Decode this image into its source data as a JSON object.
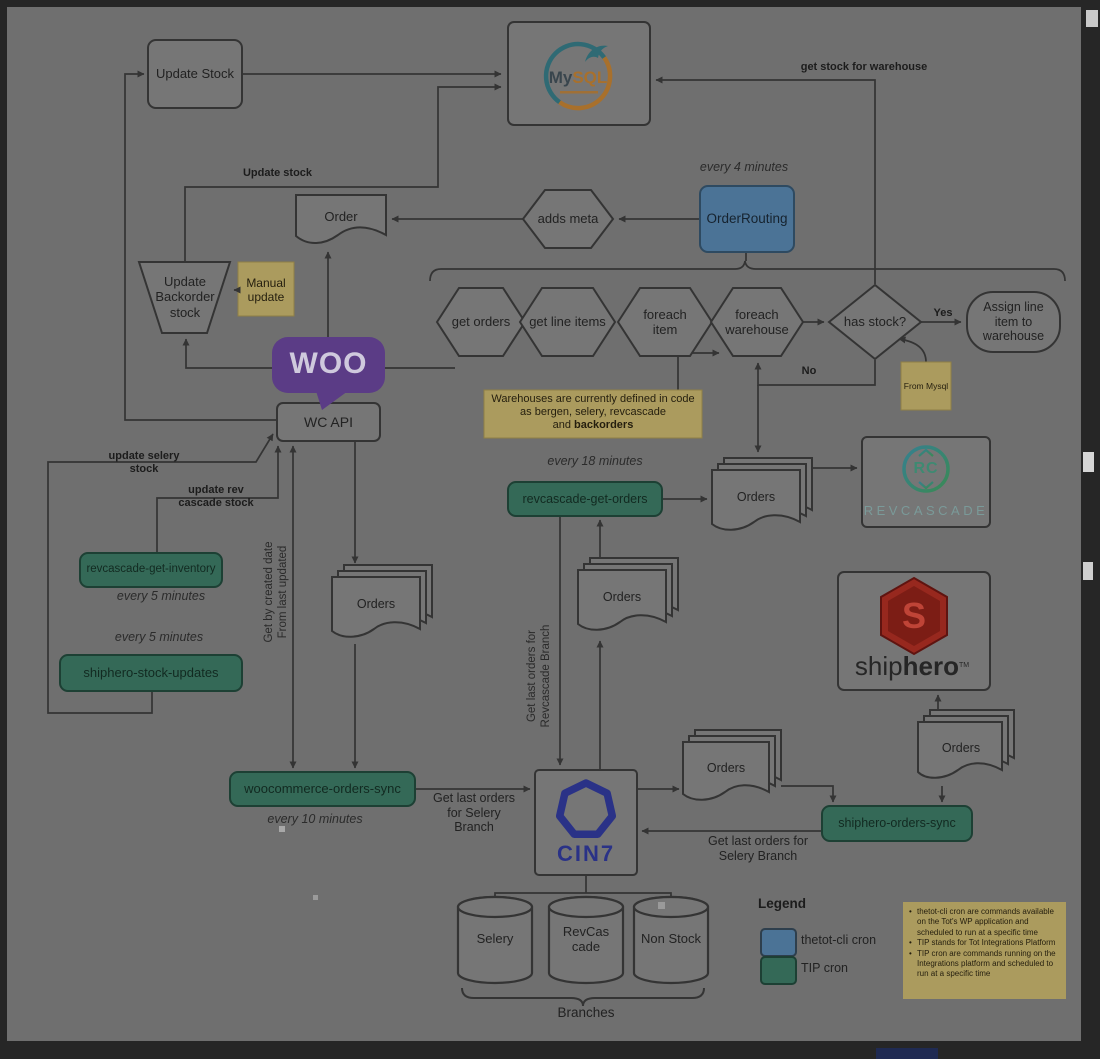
{
  "colors": {
    "canvas": "#6f6f6f",
    "frame": "#262626",
    "stroke": "#343434",
    "shape_fill": "#767676",
    "green": "#346957",
    "green_border": "#1d4034",
    "green_text": "#122a21",
    "blue": "#4b7396",
    "blue_border": "#2e4a61",
    "note": "#ab9b5e",
    "woo": "#5b3c86",
    "cin7": "#283086",
    "shiphero_red": "#97281e",
    "mysql_teal": "#2f6a74",
    "mysql_orange": "#a8702c",
    "ink": "#222222"
  },
  "nodes": {
    "update_stock": "Update Stock",
    "order": "Order",
    "adds_meta": "adds meta",
    "order_routing": "OrderRouting",
    "update_backorder": "Update\nBackorder\nstock",
    "manual_update": "Manual\nupdate",
    "woo": "WOO",
    "wc_api": "WC API",
    "get_orders": "get orders",
    "get_line_items": "get line items",
    "foreach_item": "foreach\nitem",
    "foreach_warehouse": "foreach\nwarehouse",
    "has_stock": "has stock?",
    "assign": "Assign line\nitem to\nwarehouse",
    "from_mysql": "From Mysql",
    "warehouses_note": "Warehouses are currently defined in code as bergen, selery, revcascade and",
    "warehouses_note_bold": "backorders",
    "revcascade_get_orders": "revcascade-get-orders",
    "revcascade_get_inventory": "revcascade-get-inventory",
    "shiphero_stock_updates": "shiphero-stock-updates",
    "woocommerce_orders_sync": "woocommerce-orders-sync",
    "shiphero_orders_sync": "shiphero-orders-sync",
    "orders": "Orders",
    "mysql_my": "My",
    "mysql_sql": "SQL",
    "cin7": "CIN7",
    "ship": "ship",
    "hero": "hero",
    "tm": "TM",
    "rc": "RC",
    "revcascade_brand": "REVCASCADE"
  },
  "edges": {
    "get_stock_for_warehouse": "get stock for warehouse",
    "update_stock": "Update stock",
    "every_4_minutes": "every 4 minutes",
    "yes": "Yes",
    "no": "No",
    "every_18_minutes": "every 18 minutes",
    "update_selery_stock": "update selery\nstock",
    "update_rev_cascade_stock": "update rev\ncascade stock",
    "every_5_minutes_a": "every 5 minutes",
    "every_5_minutes_b": "every 5 minutes",
    "get_by_created_date": "Get by created date\nFrom last updated",
    "get_last_orders_revcascade": "Get last orders for\nRevcascade Branch",
    "every_10_minutes": "every 10 minutes",
    "get_last_orders_selery_a": "Get last orders\nfor Selery\nBranch",
    "get_last_orders_selery_b": "Get last orders for\nSelery Branch"
  },
  "branches": {
    "items": [
      "Selery",
      "RevCas\ncade",
      "Non Stock"
    ],
    "label": "Branches"
  },
  "legend": {
    "title": "Legend",
    "items": [
      {
        "label": "thetot-cli cron"
      },
      {
        "label": "TIP cron"
      }
    ]
  },
  "side_note": {
    "bullets": [
      "thetot-cli cron are commands available on the Tot's WP application and scheduled to run at a specific time",
      "TIP stands for Tot Integrations Platform",
      "TIP cron are commands running on the Integrations platform and scheduled to run at a specific time"
    ]
  }
}
